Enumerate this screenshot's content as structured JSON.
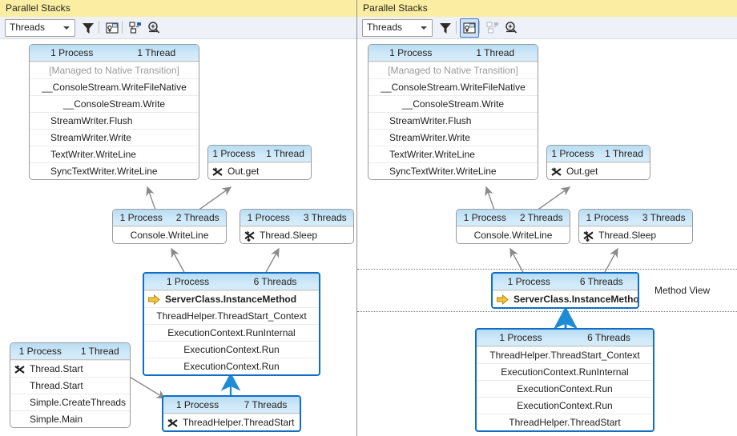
{
  "panels": {
    "left": {
      "title": "Parallel Stacks",
      "toolbar": {
        "combo_value": "Threads",
        "combo_name": "view-mode-combo",
        "filter_icon": "filter-icon",
        "toggle_method_view_icon": "toggle-method-view-icon",
        "auto_scroll_icon": "auto-scroll-to-stack-frame-icon",
        "zoom_icon": "zoom-control-icon"
      }
    },
    "right": {
      "title": "Parallel Stacks",
      "toolbar": {
        "combo_value": "Threads",
        "combo_name": "view-mode-combo",
        "filter_icon": "filter-icon",
        "toggle_method_view_icon": "toggle-method-view-icon",
        "auto_scroll_icon": "auto-scroll-to-stack-frame-icon",
        "zoom_icon": "zoom-control-icon"
      },
      "method_view_label": "Method View"
    }
  },
  "labels": {
    "process_1": "1 Process",
    "thread_1": "1 Thread",
    "threads_2": "2 Threads",
    "threads_3": "3 Threads",
    "threads_6": "6 Threads",
    "threads_7": "7 Threads"
  },
  "frames": {
    "console_write": [
      "[Managed to Native Transition]",
      "__ConsoleStream.WriteFileNative",
      "__ConsoleStream.Write",
      "StreamWriter.Flush",
      "StreamWriter.Write",
      "TextWriter.WriteLine",
      "SyncTextWriter.WriteLine"
    ],
    "out_get": [
      "Out.get"
    ],
    "console_writeline": [
      "Console.WriteLine"
    ],
    "thread_sleep": [
      "Thread.Sleep"
    ],
    "server_class_full": [
      "ServerClass.InstanceMethod",
      "ThreadHelper.ThreadStart_Context",
      "ExecutionContext.RunInternal",
      "ExecutionContext.Run",
      "ExecutionContext.Run"
    ],
    "server_class_only": [
      "ServerClass.InstanceMethod"
    ],
    "thread_helper_start": [
      "ThreadHelper.ThreadStart"
    ],
    "main_thread": [
      "Thread.Start",
      "Thread.Start",
      "Simple.CreateThreads",
      "Simple.Main"
    ],
    "callees_of_server_class": [
      "ThreadHelper.ThreadStart_Context",
      "ExecutionContext.RunInternal",
      "ExecutionContext.Run",
      "ExecutionContext.Run",
      "ThreadHelper.ThreadStart"
    ]
  },
  "colors": {
    "title_bar": "#fbeea2",
    "toolbar": "#eef1f7",
    "header_gradient_top": "#b7dcf2",
    "header_gradient_bottom": "#d6ecfa",
    "box_border": "#9b9b9b",
    "highlight_border": "#0f6fc6",
    "edge_gray": "#8a8a8a",
    "edge_blue": "#1e8bd6",
    "current_arrow": "#f5c33b",
    "dim_text": "#9a9a9a"
  }
}
